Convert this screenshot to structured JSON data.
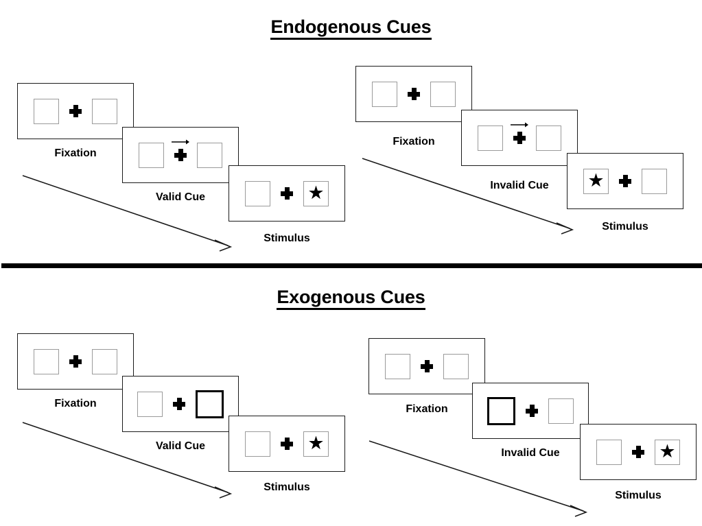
{
  "sections": [
    {
      "id": "endogenous",
      "title": "Endogenous Cues",
      "sequences": [
        {
          "id": "endogenous-valid",
          "frames": [
            {
              "id": "endogenous-valid-fixation",
              "caption": "Fixation",
              "cue": "none",
              "cue_side": "none",
              "target_side": "none"
            },
            {
              "id": "endogenous-valid-cue",
              "caption": "Valid Cue",
              "cue": "arrow-right",
              "cue_side": "right",
              "target_side": "none"
            },
            {
              "id": "endogenous-valid-stimulus",
              "caption": "Stimulus",
              "cue": "none",
              "cue_side": "none",
              "target_side": "right"
            }
          ]
        },
        {
          "id": "endogenous-invalid",
          "frames": [
            {
              "id": "endogenous-invalid-fixation",
              "caption": "Fixation",
              "cue": "none",
              "cue_side": "none",
              "target_side": "none"
            },
            {
              "id": "endogenous-invalid-cue",
              "caption": "Invalid Cue",
              "cue": "arrow-right",
              "cue_side": "right",
              "target_side": "none"
            },
            {
              "id": "endogenous-invalid-stimulus",
              "caption": "Stimulus",
              "cue": "none",
              "cue_side": "none",
              "target_side": "left"
            }
          ]
        }
      ]
    },
    {
      "id": "exogenous",
      "title": "Exogenous Cues",
      "sequences": [
        {
          "id": "exogenous-valid",
          "frames": [
            {
              "id": "exogenous-valid-fixation",
              "caption": "Fixation",
              "cue": "none",
              "cue_side": "none",
              "target_side": "none"
            },
            {
              "id": "exogenous-valid-cue",
              "caption": "Valid Cue",
              "cue": "box-flash",
              "cue_side": "right",
              "target_side": "none"
            },
            {
              "id": "exogenous-valid-stimulus",
              "caption": "Stimulus",
              "cue": "none",
              "cue_side": "none",
              "target_side": "right"
            }
          ]
        },
        {
          "id": "exogenous-invalid",
          "frames": [
            {
              "id": "exogenous-invalid-fixation",
              "caption": "Fixation",
              "cue": "none",
              "cue_side": "none",
              "target_side": "none"
            },
            {
              "id": "exogenous-invalid-cue",
              "caption": "Invalid Cue",
              "cue": "box-flash",
              "cue_side": "left",
              "target_side": "none"
            },
            {
              "id": "exogenous-invalid-stimulus",
              "caption": "Stimulus",
              "cue": "none",
              "cue_side": "none",
              "target_side": "right"
            }
          ]
        }
      ]
    }
  ],
  "glyphs": {
    "star": "★"
  },
  "colors": {
    "ink": "#000000",
    "panel_border": "#1a1a1a",
    "box_border": "#9a9a9a",
    "cued_box_border": "#000000",
    "background": "#ffffff"
  }
}
